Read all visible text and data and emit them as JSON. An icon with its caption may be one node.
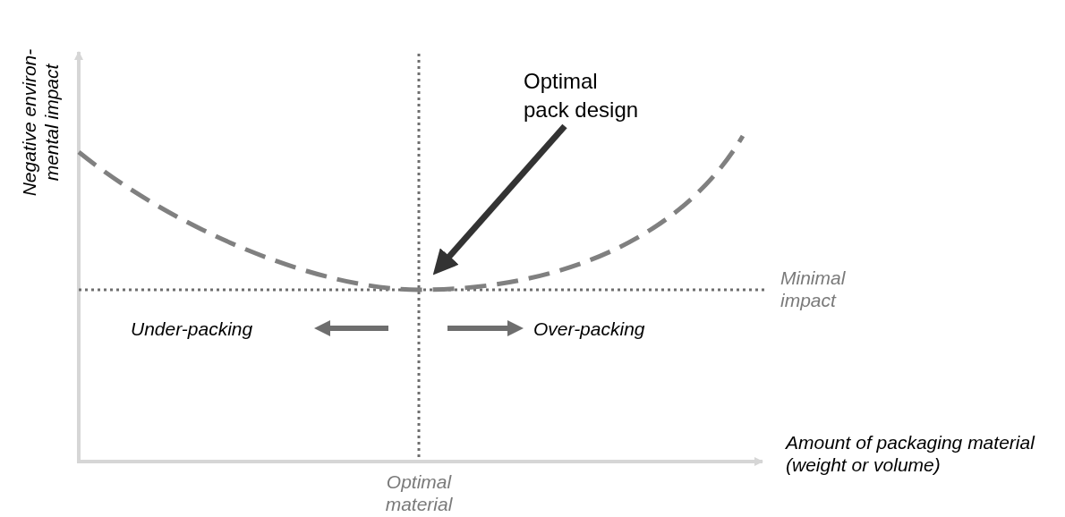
{
  "diagram": {
    "nodes": [
      {
        "text": [
          "Optimal pack design"
        ]
      },
      {
        "text": [],
        "shape": "curve"
      }
    ],
    "edges": [
      {
        "from": 0,
        "to": 1,
        "arrow": "to"
      }
    ],
    "labels": [
      "Negative environ- mental impact",
      "Minimal impact",
      "Under-packing",
      "Over-packing",
      "Amount of packaging material (weight or volume)",
      "Optimal material"
    ]
  }
}
